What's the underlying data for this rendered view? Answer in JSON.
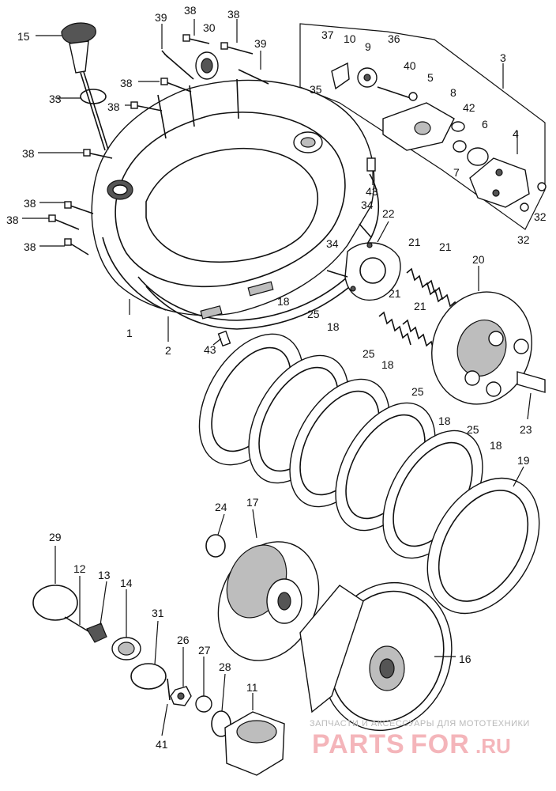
{
  "diagram": {
    "callouts": {
      "c1": "1",
      "c2": "2",
      "c3": "3",
      "c4": "4",
      "c5": "5",
      "c6": "6",
      "c7": "7",
      "c8": "8",
      "c9": "9",
      "c10": "10",
      "c11": "11",
      "c12": "12",
      "c13": "13",
      "c14": "14",
      "c15": "15",
      "c16": "16",
      "c17": "17",
      "c19": "19",
      "c20": "20",
      "c22": "22",
      "c23": "23",
      "c24": "24",
      "c26": "26",
      "c27": "27",
      "c28": "28",
      "c29": "29",
      "c30": "30",
      "c31": "31",
      "c33": "33",
      "c35": "35",
      "c36": "36",
      "c37": "37",
      "c40": "40",
      "c41": "41",
      "c42": "42",
      "c18": "18",
      "c21": "21",
      "c25": "25",
      "c32": "32",
      "c34": "34",
      "c38": "38",
      "c39": "39",
      "c43": "43"
    }
  },
  "watermark": {
    "caption": "ЗАПЧАСТИ И АКСЕССУАРЫ ДЛЯ МОТОТЕХНИКИ",
    "brand_left": "PARTS",
    "brand_mid": "FOR",
    "brand_suffix": ".RU",
    "color": "#f4b5ba"
  }
}
